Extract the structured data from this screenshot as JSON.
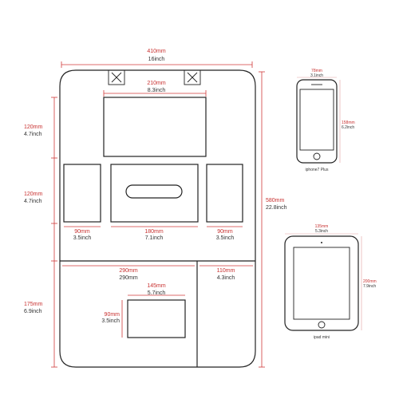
{
  "dimensions": {
    "top_width": {
      "mm": "410mm",
      "inch": "16inch"
    },
    "top_window": {
      "mm": "210mm",
      "inch": "8.3inch"
    },
    "height_row1": {
      "mm": "120mm",
      "inch": "4.7inch"
    },
    "height_row2": {
      "mm": "120mm",
      "inch": "4.7inch"
    },
    "total_height": {
      "mm": "580mm",
      "inch": "22.8inch"
    },
    "left_pocket": {
      "mm": "90mm",
      "inch": "3.5inch"
    },
    "center_pocket": {
      "mm": "180mm",
      "inch": "7.1inch"
    },
    "right_pocket": {
      "mm": "90mm",
      "inch": "3.5inch"
    },
    "bottom_left_width": {
      "mm": "290mm",
      "inch": "290mm"
    },
    "bottom_right_width": {
      "mm": "110mm",
      "inch": "4.3inch"
    },
    "bottom_height": {
      "mm": "175mm",
      "inch": "6.9inch"
    },
    "small_window_width": {
      "mm": "145mm",
      "inch": "5.7inch"
    },
    "small_window_height": {
      "mm": "90mm",
      "inch": "3.5inch"
    }
  },
  "devices": {
    "iphone": {
      "caption": "iphone7 Plus",
      "width": {
        "mm": "78mm",
        "inch": "3.1inch"
      },
      "height": {
        "mm": "158mm",
        "inch": "6.2inch"
      }
    },
    "ipad": {
      "caption": "ipad mini",
      "width": {
        "mm": "135mm",
        "inch": "5.3inch"
      },
      "height": {
        "mm": "200mm",
        "inch": "7.9inch"
      }
    }
  },
  "colors": {
    "dimension": "#d03a3a",
    "outline": "#222222",
    "text": "#333333"
  }
}
